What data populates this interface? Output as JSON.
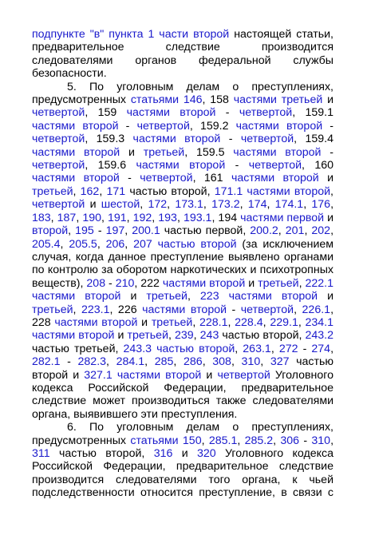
{
  "colors": {
    "text": "#000000",
    "link": "#1a1acc",
    "background": "#ffffff"
  },
  "paragraphs": [
    {
      "indent": false,
      "segments": [
        {
          "t": "подпункте \"в\" пункта 1 части второй",
          "link": true
        },
        {
          "t": " настоящей статьи, предварительное следствие производится следователями органов федеральной службы безопасности."
        }
      ]
    },
    {
      "indent": true,
      "segments": [
        {
          "t": "5. По уголовным делам о преступлениях, предусмотренных "
        },
        {
          "t": "статьями 146",
          "link": true
        },
        {
          "t": ", 158 "
        },
        {
          "t": "частями третьей",
          "link": true
        },
        {
          "t": " и "
        },
        {
          "t": "четвертой",
          "link": true
        },
        {
          "t": ", 159 "
        },
        {
          "t": "частями второй",
          "link": true
        },
        {
          "t": " - "
        },
        {
          "t": "четвертой",
          "link": true
        },
        {
          "t": ", 159.1 "
        },
        {
          "t": "частями второй",
          "link": true
        },
        {
          "t": " - "
        },
        {
          "t": "четвертой",
          "link": true
        },
        {
          "t": ", 159.2 "
        },
        {
          "t": "частями второй",
          "link": true
        },
        {
          "t": " - "
        },
        {
          "t": "четвертой",
          "link": true
        },
        {
          "t": ", 159.3 "
        },
        {
          "t": "частями второй",
          "link": true
        },
        {
          "t": " - "
        },
        {
          "t": "четвертой",
          "link": true
        },
        {
          "t": ", 159.4 "
        },
        {
          "t": "частями второй",
          "link": true
        },
        {
          "t": " и "
        },
        {
          "t": "третьей",
          "link": true
        },
        {
          "t": ", 159.5 "
        },
        {
          "t": "частями второй",
          "link": true
        },
        {
          "t": " - "
        },
        {
          "t": "четвертой",
          "link": true
        },
        {
          "t": ", 159.6 "
        },
        {
          "t": "частями второй",
          "link": true
        },
        {
          "t": " - "
        },
        {
          "t": "четвертой",
          "link": true
        },
        {
          "t": ", 160 "
        },
        {
          "t": "частями второй",
          "link": true
        },
        {
          "t": " - "
        },
        {
          "t": "четвертой",
          "link": true
        },
        {
          "t": ", 161 "
        },
        {
          "t": "частями второй",
          "link": true
        },
        {
          "t": " и "
        },
        {
          "t": "третьей",
          "link": true
        },
        {
          "t": ", "
        },
        {
          "t": "162",
          "link": true
        },
        {
          "t": ", "
        },
        {
          "t": "171",
          "link": true
        },
        {
          "t": " частью второй, "
        },
        {
          "t": "171.1 частями второй",
          "link": true
        },
        {
          "t": ", "
        },
        {
          "t": "четвертой",
          "link": true
        },
        {
          "t": " и "
        },
        {
          "t": "шестой",
          "link": true
        },
        {
          "t": ", "
        },
        {
          "t": "172",
          "link": true
        },
        {
          "t": ", "
        },
        {
          "t": "173.1",
          "link": true
        },
        {
          "t": ", "
        },
        {
          "t": "173.2",
          "link": true
        },
        {
          "t": ", "
        },
        {
          "t": "174",
          "link": true
        },
        {
          "t": ", "
        },
        {
          "t": "174.1",
          "link": true
        },
        {
          "t": ", "
        },
        {
          "t": "176",
          "link": true
        },
        {
          "t": ", "
        },
        {
          "t": "183",
          "link": true
        },
        {
          "t": ", "
        },
        {
          "t": "187",
          "link": true
        },
        {
          "t": ", "
        },
        {
          "t": "190",
          "link": true
        },
        {
          "t": ", "
        },
        {
          "t": "191",
          "link": true
        },
        {
          "t": ", "
        },
        {
          "t": "192",
          "link": true
        },
        {
          "t": ", "
        },
        {
          "t": "193",
          "link": true
        },
        {
          "t": ", "
        },
        {
          "t": "193.1",
          "link": true
        },
        {
          "t": ", 194 "
        },
        {
          "t": "частями первой",
          "link": true
        },
        {
          "t": " и "
        },
        {
          "t": "второй",
          "link": true
        },
        {
          "t": ", "
        },
        {
          "t": "195",
          "link": true
        },
        {
          "t": " - "
        },
        {
          "t": "197",
          "link": true
        },
        {
          "t": ", "
        },
        {
          "t": "200.1",
          "link": true
        },
        {
          "t": " частью первой, "
        },
        {
          "t": "200.2",
          "link": true
        },
        {
          "t": ", "
        },
        {
          "t": "201",
          "link": true
        },
        {
          "t": ", "
        },
        {
          "t": "202",
          "link": true
        },
        {
          "t": ", "
        },
        {
          "t": "205.4",
          "link": true
        },
        {
          "t": ", "
        },
        {
          "t": "205.5",
          "link": true
        },
        {
          "t": ", "
        },
        {
          "t": "206",
          "link": true
        },
        {
          "t": ", "
        },
        {
          "t": "207 частью второй",
          "link": true
        },
        {
          "t": " (за исключением случая, когда данное преступление выявлено органами по контролю за оборотом наркотических и психотропных веществ), "
        },
        {
          "t": "208",
          "link": true
        },
        {
          "t": " - "
        },
        {
          "t": "210",
          "link": true
        },
        {
          "t": ", 222 "
        },
        {
          "t": "частями второй",
          "link": true
        },
        {
          "t": " и "
        },
        {
          "t": "третьей",
          "link": true
        },
        {
          "t": ", "
        },
        {
          "t": "222.1 частями второй",
          "link": true
        },
        {
          "t": " и "
        },
        {
          "t": "третьей",
          "link": true
        },
        {
          "t": ", "
        },
        {
          "t": "223 частями второй",
          "link": true
        },
        {
          "t": " и "
        },
        {
          "t": "третьей",
          "link": true
        },
        {
          "t": ", "
        },
        {
          "t": "223.1",
          "link": true
        },
        {
          "t": ", 226 "
        },
        {
          "t": "частями второй",
          "link": true
        },
        {
          "t": " - "
        },
        {
          "t": "четвертой",
          "link": true
        },
        {
          "t": ", "
        },
        {
          "t": "226.1",
          "link": true
        },
        {
          "t": ", 228 "
        },
        {
          "t": "частями второй",
          "link": true
        },
        {
          "t": " и "
        },
        {
          "t": "третьей",
          "link": true
        },
        {
          "t": ", "
        },
        {
          "t": "228.1",
          "link": true
        },
        {
          "t": ", "
        },
        {
          "t": "228.4",
          "link": true
        },
        {
          "t": ", "
        },
        {
          "t": "229.1",
          "link": true
        },
        {
          "t": ", "
        },
        {
          "t": "234.1 частями второй",
          "link": true
        },
        {
          "t": " и "
        },
        {
          "t": "третьей",
          "link": true
        },
        {
          "t": ", "
        },
        {
          "t": "239",
          "link": true
        },
        {
          "t": ", "
        },
        {
          "t": "243",
          "link": true
        },
        {
          "t": " частью второй, "
        },
        {
          "t": "243.2",
          "link": true
        },
        {
          "t": " частью третьей, "
        },
        {
          "t": "243.3 частью второй",
          "link": true
        },
        {
          "t": ", "
        },
        {
          "t": "263.1",
          "link": true
        },
        {
          "t": ", "
        },
        {
          "t": "272",
          "link": true
        },
        {
          "t": " - "
        },
        {
          "t": "274",
          "link": true
        },
        {
          "t": ", "
        },
        {
          "t": "282.1",
          "link": true
        },
        {
          "t": " - "
        },
        {
          "t": "282.3",
          "link": true
        },
        {
          "t": ", "
        },
        {
          "t": "284.1",
          "link": true
        },
        {
          "t": ", "
        },
        {
          "t": "285",
          "link": true
        },
        {
          "t": ", "
        },
        {
          "t": "286",
          "link": true
        },
        {
          "t": ", "
        },
        {
          "t": "308",
          "link": true
        },
        {
          "t": ", "
        },
        {
          "t": "310",
          "link": true
        },
        {
          "t": ", "
        },
        {
          "t": "327",
          "link": true
        },
        {
          "t": " частью второй и "
        },
        {
          "t": "327.1 частями второй",
          "link": true
        },
        {
          "t": " и "
        },
        {
          "t": "четвертой",
          "link": true
        },
        {
          "t": " Уголовного кодекса Российской Федерации, предварительное следствие может производиться также следователями органа, выявившего эти преступления."
        }
      ]
    },
    {
      "indent": true,
      "last": true,
      "segments": [
        {
          "t": "6. По уголовным делам о преступлениях, предусмотренных "
        },
        {
          "t": "статьями 150",
          "link": true
        },
        {
          "t": ", "
        },
        {
          "t": "285.1",
          "link": true
        },
        {
          "t": ", "
        },
        {
          "t": "285.2",
          "link": true
        },
        {
          "t": ", "
        },
        {
          "t": "306",
          "link": true
        },
        {
          "t": " - "
        },
        {
          "t": "310",
          "link": true
        },
        {
          "t": ", "
        },
        {
          "t": "311",
          "link": true
        },
        {
          "t": " частью второй, "
        },
        {
          "t": "316",
          "link": true
        },
        {
          "t": " и "
        },
        {
          "t": "320",
          "link": true
        },
        {
          "t": " Уголовного кодекса Российской Федерации, предварительное следствие производится следователями того органа, к чьей подследственности относится преступление, в связи с"
        }
      ]
    }
  ]
}
